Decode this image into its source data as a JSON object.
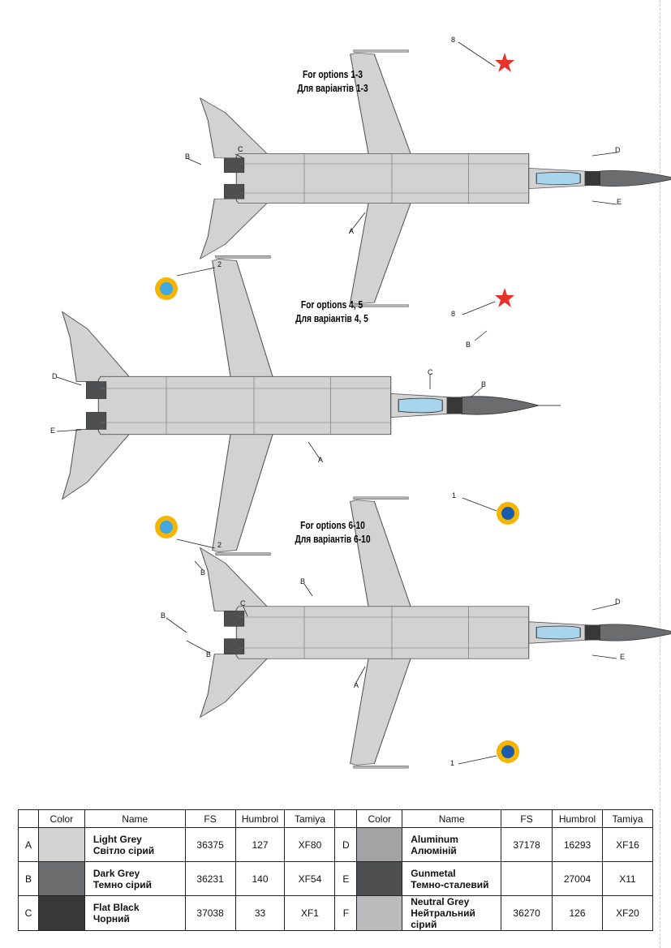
{
  "options_titles": [
    {
      "en": "For options 1-3",
      "ua": "Для варіантів 1-3"
    },
    {
      "en": "For options 4, 5",
      "ua": "Для варіантів 4, 5"
    },
    {
      "en": "For options 6-10",
      "ua": "Для варіантів 6-10"
    }
  ],
  "callouts": {
    "A": "A",
    "B": "B",
    "C": "C",
    "D": "D",
    "E": "E",
    "n1": "1",
    "n2": "2",
    "n8": "8"
  },
  "table": {
    "headers": [
      "",
      "Color",
      "Name",
      "FS",
      "Humbrol",
      "Tamiya"
    ],
    "rows_left": [
      {
        "id": "A",
        "color": "#d2d2d2",
        "name_en": "Light Grey",
        "name_ua": "Світло сірий",
        "fs": "36375",
        "humbrol": "127",
        "tamiya": "XF80"
      },
      {
        "id": "B",
        "color": "#6b6c6e",
        "name_en": "Dark Grey",
        "name_ua": "Темно сірий",
        "fs": "36231",
        "humbrol": "140",
        "tamiya": "XF54"
      },
      {
        "id": "C",
        "color": "#383839",
        "name_en": "Flat Black",
        "name_ua": "Чорний",
        "fs": "37038",
        "humbrol": "33",
        "tamiya": "XF1"
      }
    ],
    "rows_right": [
      {
        "id": "D",
        "color": "#a3a3a5",
        "name_en": "Aluminum",
        "name_ua": "Алюміній",
        "fs": "37178",
        "humbrol": "16293",
        "tamiya": "XF16"
      },
      {
        "id": "E",
        "color": "#4e4f51",
        "name_en": "Gunmetal",
        "name_ua": "Темно-сталевий",
        "fs": "",
        "humbrol": "27004",
        "tamiya": "X11"
      },
      {
        "id": "F",
        "color": "#bcbcbe",
        "name_en": "Neutral Grey",
        "name_ua": "Нейтральний сірий",
        "fs": "36270",
        "humbrol": "126",
        "tamiya": "XF20"
      }
    ]
  },
  "colors": {
    "light_grey": "#d2d2d2",
    "dark_grey": "#6b6c6e",
    "flat_black": "#383839",
    "aluminum": "#a3a3a5",
    "gunmetal": "#4e4f51",
    "canopy": "#a9d4ee",
    "red_star": "#e8332a",
    "roundel_yellow": "#f5b400",
    "roundel_blue": "#1a5bab",
    "roundel_cyan": "#3fa9e0"
  }
}
